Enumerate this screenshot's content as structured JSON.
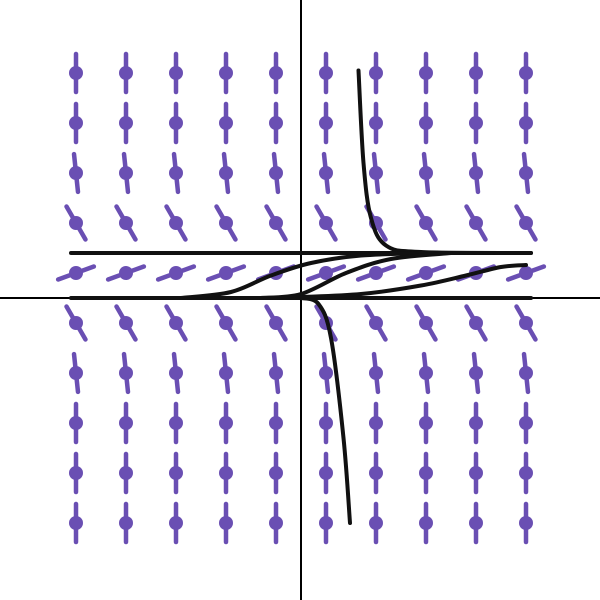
{
  "figure": {
    "kind": "slope-field-phase-diagram",
    "colors": {
      "background": "#ffffff",
      "axis": "#000000",
      "slope_field": "#6a4fb3",
      "solution_curves": "#111111"
    }
  },
  "slope_field": {
    "x_values": [
      -4.5,
      -3.5,
      -2.5,
      -1.5,
      -0.5,
      0.5,
      1.5,
      2.5,
      3.5,
      4.5
    ],
    "y_values": [
      4.5,
      3.5,
      2.5,
      1.5,
      0.5,
      -0.5,
      -1.5,
      -2.5,
      -3.5,
      -4.5
    ],
    "angles_deg": [
      [
        90,
        90,
        90,
        90,
        90,
        90,
        90,
        90,
        90,
        90
      ],
      [
        90,
        90,
        90,
        90,
        90,
        90,
        90,
        90,
        90,
        90
      ],
      [
        96,
        96,
        96,
        96,
        96,
        96,
        96,
        96,
        96,
        96
      ],
      [
        120,
        120,
        120,
        120,
        120,
        120,
        120,
        120,
        120,
        120
      ],
      [
        20,
        20,
        20,
        20,
        20,
        20,
        20,
        20,
        20,
        20
      ],
      [
        120,
        120,
        120,
        120,
        120,
        120,
        120,
        120,
        120,
        120
      ],
      [
        96,
        96,
        96,
        96,
        96,
        96,
        96,
        96,
        96,
        96
      ],
      [
        90,
        90,
        90,
        90,
        90,
        90,
        90,
        90,
        90,
        90
      ],
      [
        90,
        90,
        90,
        90,
        90,
        90,
        90,
        90,
        90,
        90
      ],
      [
        90,
        90,
        90,
        90,
        90,
        90,
        90,
        90,
        90,
        90
      ]
    ]
  },
  "solution_curves": [
    {
      "name": "equilibrium-upper",
      "points": [
        [
          -4.6,
          0.9
        ],
        [
          4.6,
          0.9
        ]
      ]
    },
    {
      "name": "equilibrium-lower",
      "points": [
        [
          -4.6,
          0.0
        ],
        [
          4.6,
          0.0
        ]
      ]
    },
    {
      "name": "curve-top-right",
      "points": [
        [
          1.15,
          4.55
        ],
        [
          1.25,
          2.7
        ],
        [
          1.4,
          1.6
        ],
        [
          1.7,
          1.05
        ],
        [
          2.4,
          0.92
        ],
        [
          4.6,
          0.9
        ]
      ]
    },
    {
      "name": "curve-bottom-right",
      "points": [
        [
          0.0,
          0.0
        ],
        [
          0.35,
          -0.12
        ],
        [
          0.6,
          -0.8
        ],
        [
          0.85,
          -2.8
        ],
        [
          0.98,
          -4.5
        ]
      ]
    },
    {
      "name": "curve-mid-1",
      "points": [
        [
          -2.4,
          0.0
        ],
        [
          -1.4,
          0.12
        ],
        [
          -0.6,
          0.45
        ],
        [
          0.2,
          0.7
        ],
        [
          1.2,
          0.85
        ],
        [
          2.5,
          0.9
        ]
      ]
    },
    {
      "name": "curve-mid-2",
      "points": [
        [
          -0.8,
          0.0
        ],
        [
          0.0,
          0.08
        ],
        [
          0.9,
          0.5
        ],
        [
          1.8,
          0.78
        ],
        [
          3.0,
          0.9
        ]
      ]
    },
    {
      "name": "curve-mid-3",
      "points": [
        [
          0.0,
          0.02
        ],
        [
          1.2,
          0.08
        ],
        [
          2.4,
          0.25
        ],
        [
          3.3,
          0.45
        ],
        [
          4.0,
          0.62
        ],
        [
          4.5,
          0.66
        ]
      ]
    }
  ]
}
